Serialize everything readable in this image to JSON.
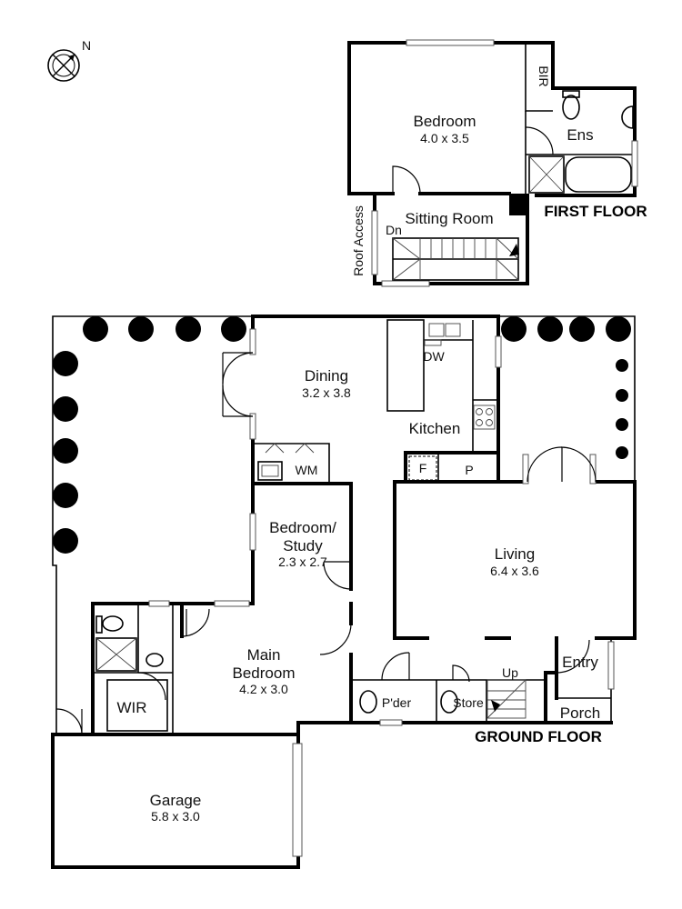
{
  "compass": {
    "label": "N"
  },
  "floors": {
    "first": "FIRST FLOOR",
    "ground": "GROUND FLOOR"
  },
  "rooms": {
    "bedroom": {
      "name": "Bedroom",
      "size": "4.0 x 3.5"
    },
    "bir": "BIR",
    "ens": "Ens",
    "sitting": "Sitting Room",
    "dn": "Dn",
    "roof_access": "Roof Access",
    "dining": {
      "name": "Dining",
      "size": "3.2 x 3.8"
    },
    "dw": "DW",
    "kitchen": "Kitchen",
    "f": "F",
    "p": "P",
    "wm": "WM",
    "study": {
      "name_line1": "Bedroom/",
      "name_line2": "Study",
      "size": "2.3 x 2.7"
    },
    "living": {
      "name": "Living",
      "size": "6.4 x 3.6"
    },
    "main_bedroom": {
      "name_line1": "Main",
      "name_line2": "Bedroom",
      "size": "4.2 x 3.0"
    },
    "wir": "WIR",
    "pder": "P'der",
    "store": "Store",
    "up": "Up",
    "entry": "Entry",
    "porch": "Porch",
    "garage": {
      "name": "Garage",
      "size": "5.8 x 3.0"
    }
  }
}
